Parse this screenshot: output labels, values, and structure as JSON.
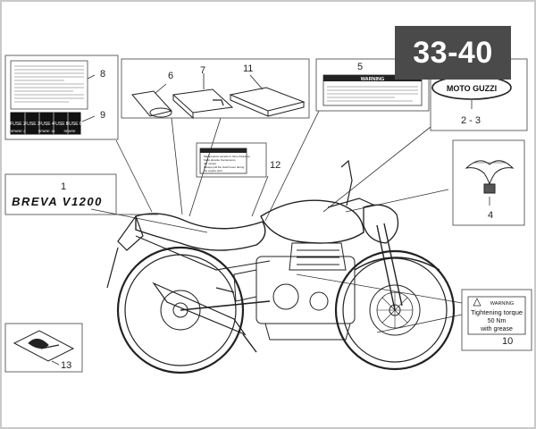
{
  "page_code": "33-40",
  "callouts": [
    {
      "id": "c1",
      "text": "1"
    },
    {
      "id": "c6",
      "text": "6"
    },
    {
      "id": "c7",
      "text": "7"
    },
    {
      "id": "c11",
      "text": "11"
    },
    {
      "id": "c5",
      "text": "5"
    },
    {
      "id": "c8",
      "text": "8"
    },
    {
      "id": "c9",
      "text": "9"
    },
    {
      "id": "c12",
      "text": "12"
    },
    {
      "id": "c23",
      "text": "2 - 3"
    },
    {
      "id": "c4",
      "text": "4"
    },
    {
      "id": "c10",
      "text": "10"
    },
    {
      "id": "c13",
      "text": "13"
    }
  ],
  "labels": {
    "warning_title": "WARNING",
    "logo_text": "MOTO GUZZI",
    "model_text": "BREVA V1200",
    "torque_warning": "WARNING",
    "torque_line1": "Tightening torque",
    "torque_line2": "50 Nm",
    "torque_line3": "with grease",
    "fuse_labels": [
      "FUSE 2",
      "FUSE 3",
      "FUSE 4",
      "FUSE 5",
      "FUSE 6"
    ],
    "spare_labels": [
      "SPARE 2",
      "SPARE 10",
      "SPARE"
    ],
    "maintenance_line1": "Maintenance sample to have thickness",
    "maintenance_line2": "State durante l'avviamento",
    "maintenance_line3": "del motore",
    "maintenance_line4": "Always pull the clutch lever during",
    "maintenance_line5": "the engine start"
  }
}
